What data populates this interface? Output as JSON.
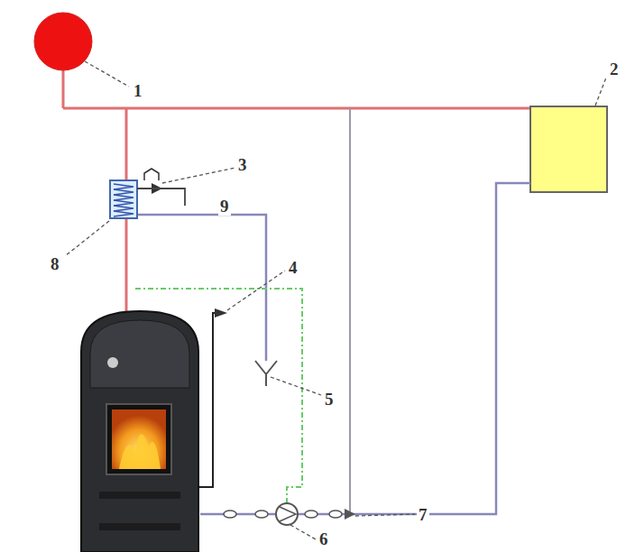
{
  "diagram": {
    "labels": [
      "1",
      "2",
      "3",
      "9",
      "8",
      "4",
      "5",
      "6",
      "7"
    ]
  }
}
